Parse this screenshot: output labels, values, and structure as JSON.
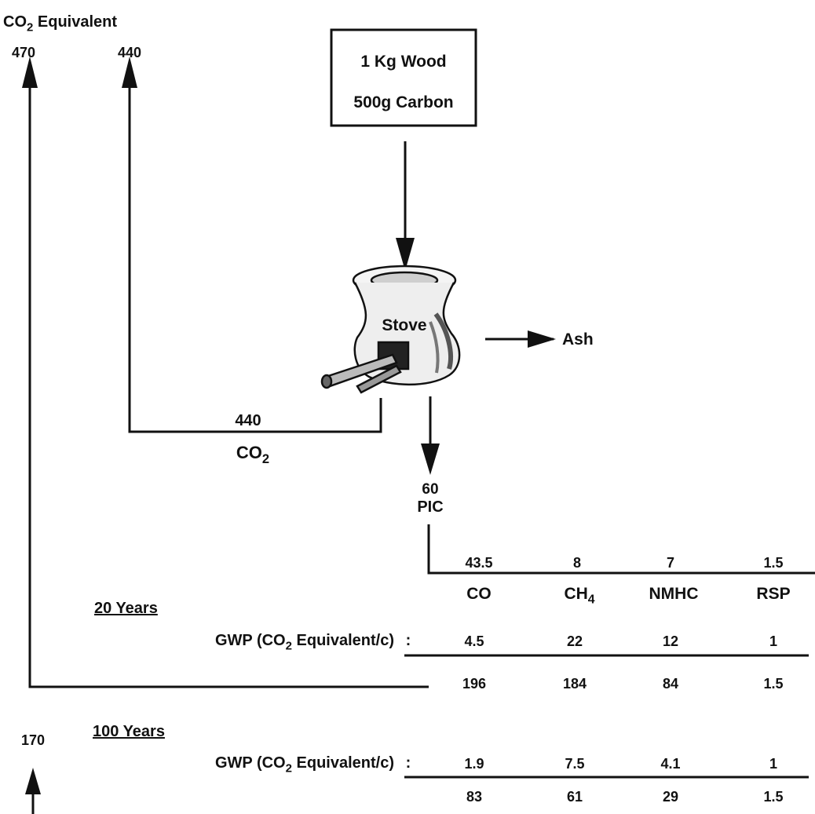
{
  "header": {
    "co2_equivalent_label": "CO",
    "co2_equivalent_sub": "2",
    "co2_equivalent_suffix": " Equivalent",
    "total_20y": "470",
    "co2_direct_top": "440"
  },
  "input_box": {
    "line1": "1 Kg Wood",
    "line2": "500g Carbon"
  },
  "stove": {
    "label": "Stove",
    "ash_label": "Ash"
  },
  "co2_branch": {
    "value": "440",
    "label": "CO",
    "label_sub": "2"
  },
  "pic_branch": {
    "value": "60",
    "label": "PIC"
  },
  "pic_components": [
    {
      "value": "43.5",
      "name": "CO",
      "name_sub": ""
    },
    {
      "value": "8",
      "name": "CH",
      "name_sub": "4"
    },
    {
      "value": "7",
      "name": "NMHC",
      "name_sub": ""
    },
    {
      "value": "1.5",
      "name": "RSP",
      "name_sub": ""
    }
  ],
  "years20": {
    "heading": "20 Years",
    "gwp_label_prefix": "GWP (CO",
    "gwp_label_sub": "2",
    "gwp_label_suffix": " Equivalent/c)",
    "colon": ":",
    "gwp": [
      "4.5",
      "22",
      "12",
      "1"
    ],
    "equiv": [
      "196",
      "184",
      "84",
      "1.5"
    ]
  },
  "years100": {
    "heading": "100 Years",
    "total": "170",
    "gwp_label_prefix": "GWP (CO",
    "gwp_label_sub": "2",
    "gwp_label_suffix": " Equivalent/c)",
    "colon": ":",
    "gwp": [
      "1.9",
      "7.5",
      "4.1",
      "1"
    ],
    "equiv": [
      "83",
      "61",
      "29",
      "1.5"
    ]
  }
}
